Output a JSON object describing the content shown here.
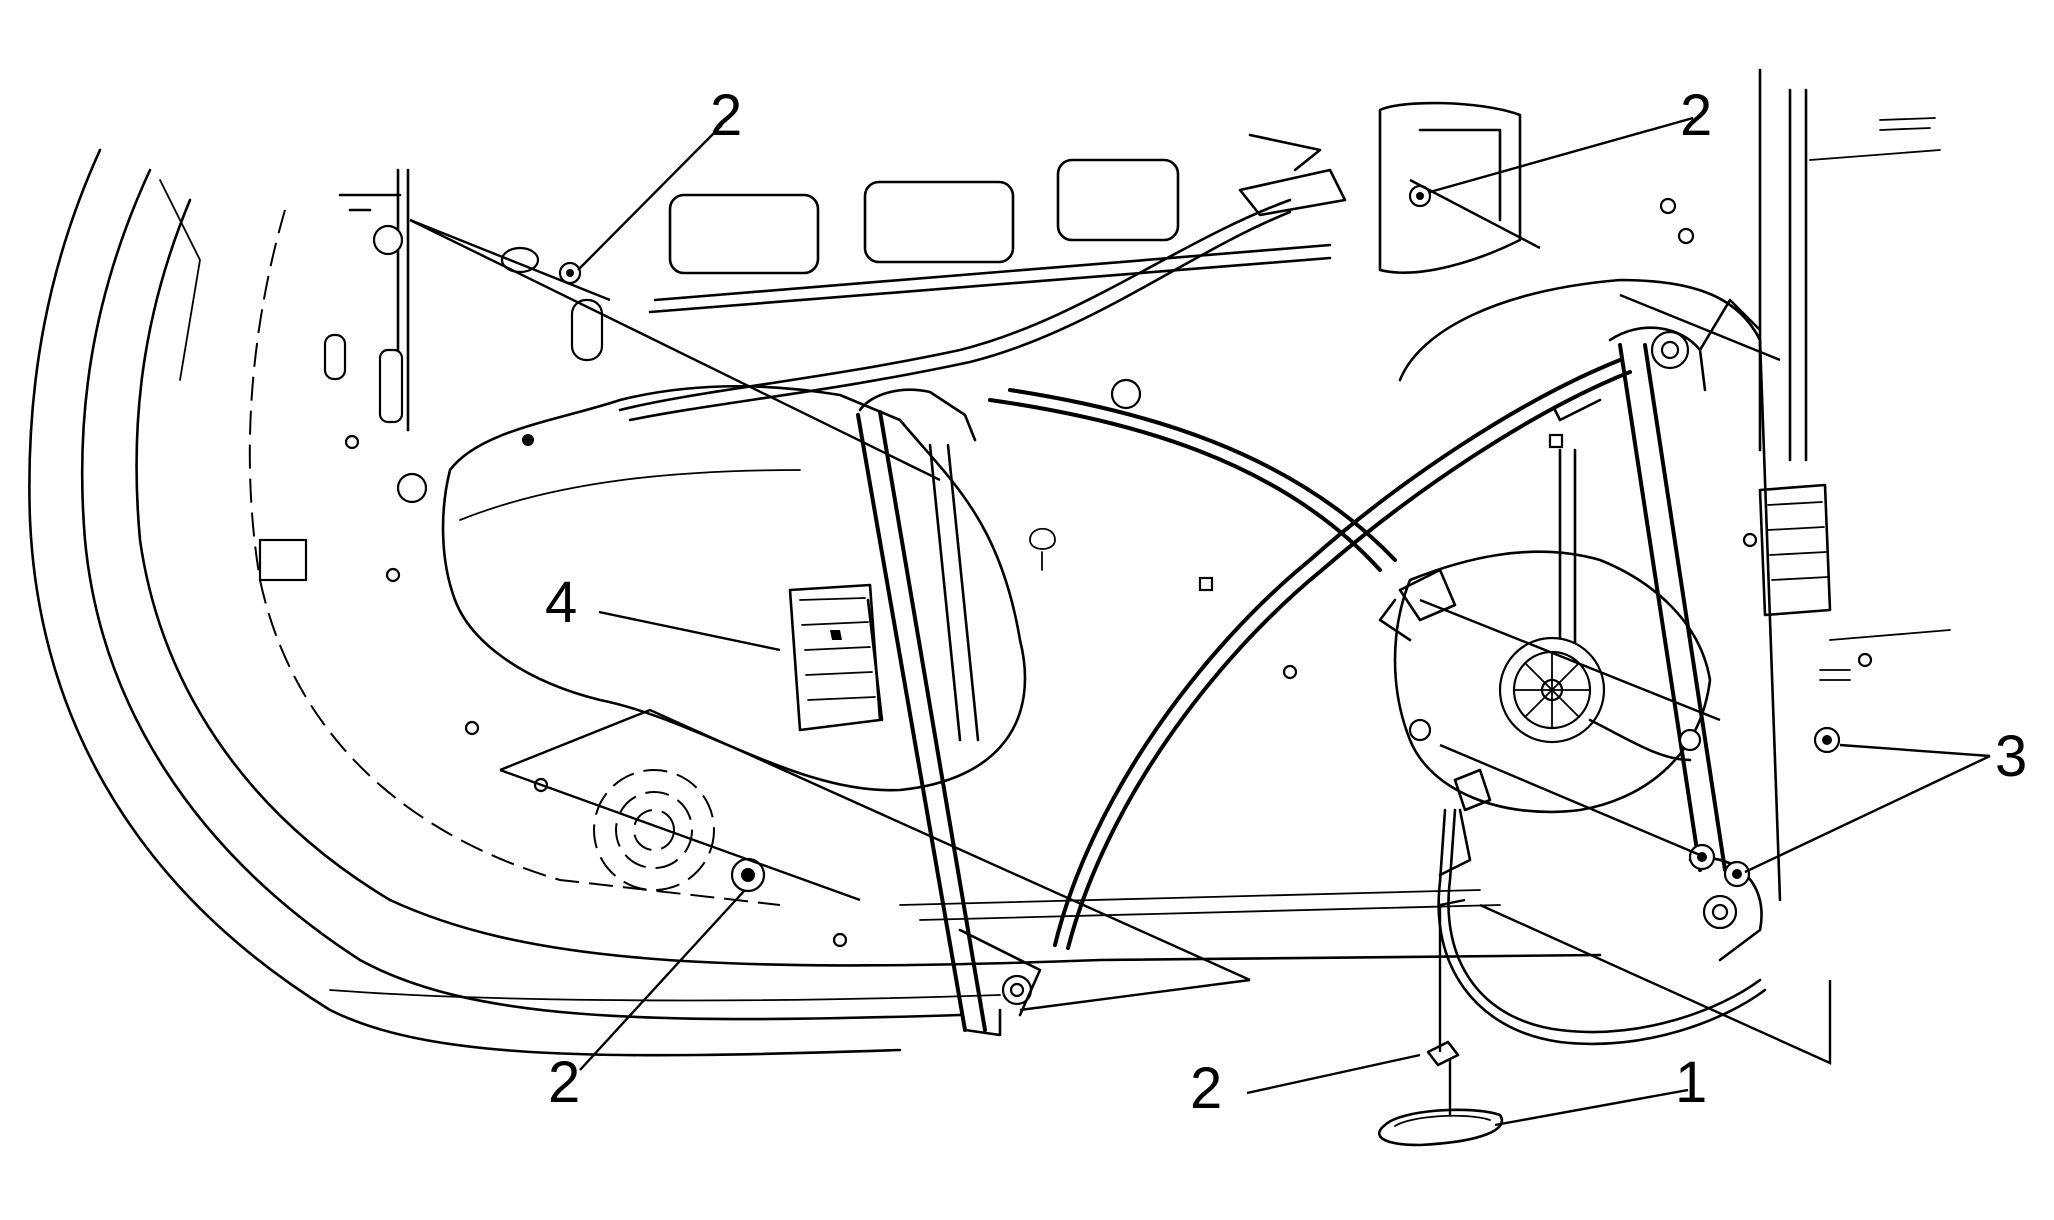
{
  "diagram": {
    "callouts": [
      {
        "id": "c2-top-left",
        "text": "2"
      },
      {
        "id": "c2-top-right",
        "text": "2"
      },
      {
        "id": "c4",
        "text": "4"
      },
      {
        "id": "c3",
        "text": "3"
      },
      {
        "id": "c2-bottom-left",
        "text": "2"
      },
      {
        "id": "c2-bottom-mid",
        "text": "2"
      },
      {
        "id": "c1",
        "text": "1"
      }
    ]
  }
}
